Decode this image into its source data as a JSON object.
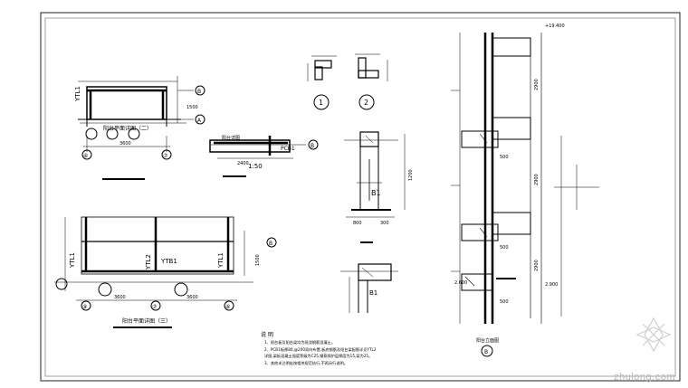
{
  "drawing": {
    "plan_top": {
      "title": "阳台平面详图（二）",
      "beam_label": "YTL1",
      "axis_circle_right_top": "B",
      "axis_circle_right_bottom": "A",
      "axis_bottom_left": "⑥",
      "axis_bottom_mid": "⑦",
      "dim_bottom": "3600",
      "dim_right": "1500"
    },
    "plan_bottom": {
      "title": "阳台平面详图（三）",
      "beam_left": "YTL1",
      "beam_mid": "YTL2",
      "slab_mark": "YTB1",
      "beam_right": "YTL1",
      "dim_left": "3600",
      "dim_right": "3600",
      "axis_left": "⑨",
      "axis_mid": "⑦",
      "axis_right": "⑧",
      "axis_circle": "B",
      "dim_side": "1500"
    },
    "small_plan": {
      "label": "阳台详图",
      "mark": "PCB1",
      "scale": "1:50",
      "axis": "B",
      "dim": "2400"
    },
    "details": {
      "detail_1": "1",
      "detail_2": "2",
      "section_mark": "B1",
      "dim_a": "800",
      "dim_b": "300",
      "dim_c": "1200",
      "detail_bottom_mark": "B1"
    },
    "elevation": {
      "title": "阳台立面图",
      "top_level": "+19.400",
      "level_mid": "2.900",
      "level_low": "2.600",
      "dim_500_a": "500",
      "dim_500_b": "500",
      "dim_500_c": "500",
      "dim_2900_a": "2900",
      "dim_2900_b": "2900",
      "dim_2900_c": "2900",
      "axis_bottom": "B"
    },
    "notes": {
      "heading": "说 明",
      "lines": [
        "1、阳台板及阳台梁均为现浇钢筋混凝土。",
        "2、PCB1板厚80,@200双向布置,板底钢筋及阳台梁配筋详见YTL2",
        "   详图,梁板混凝土强度等级为C25,钢筋保护层厚度为15,梁为25。",
        "3、其他未注明处按相关规范执行,不再另行说明。"
      ]
    }
  },
  "watermark": "zhulong.com"
}
